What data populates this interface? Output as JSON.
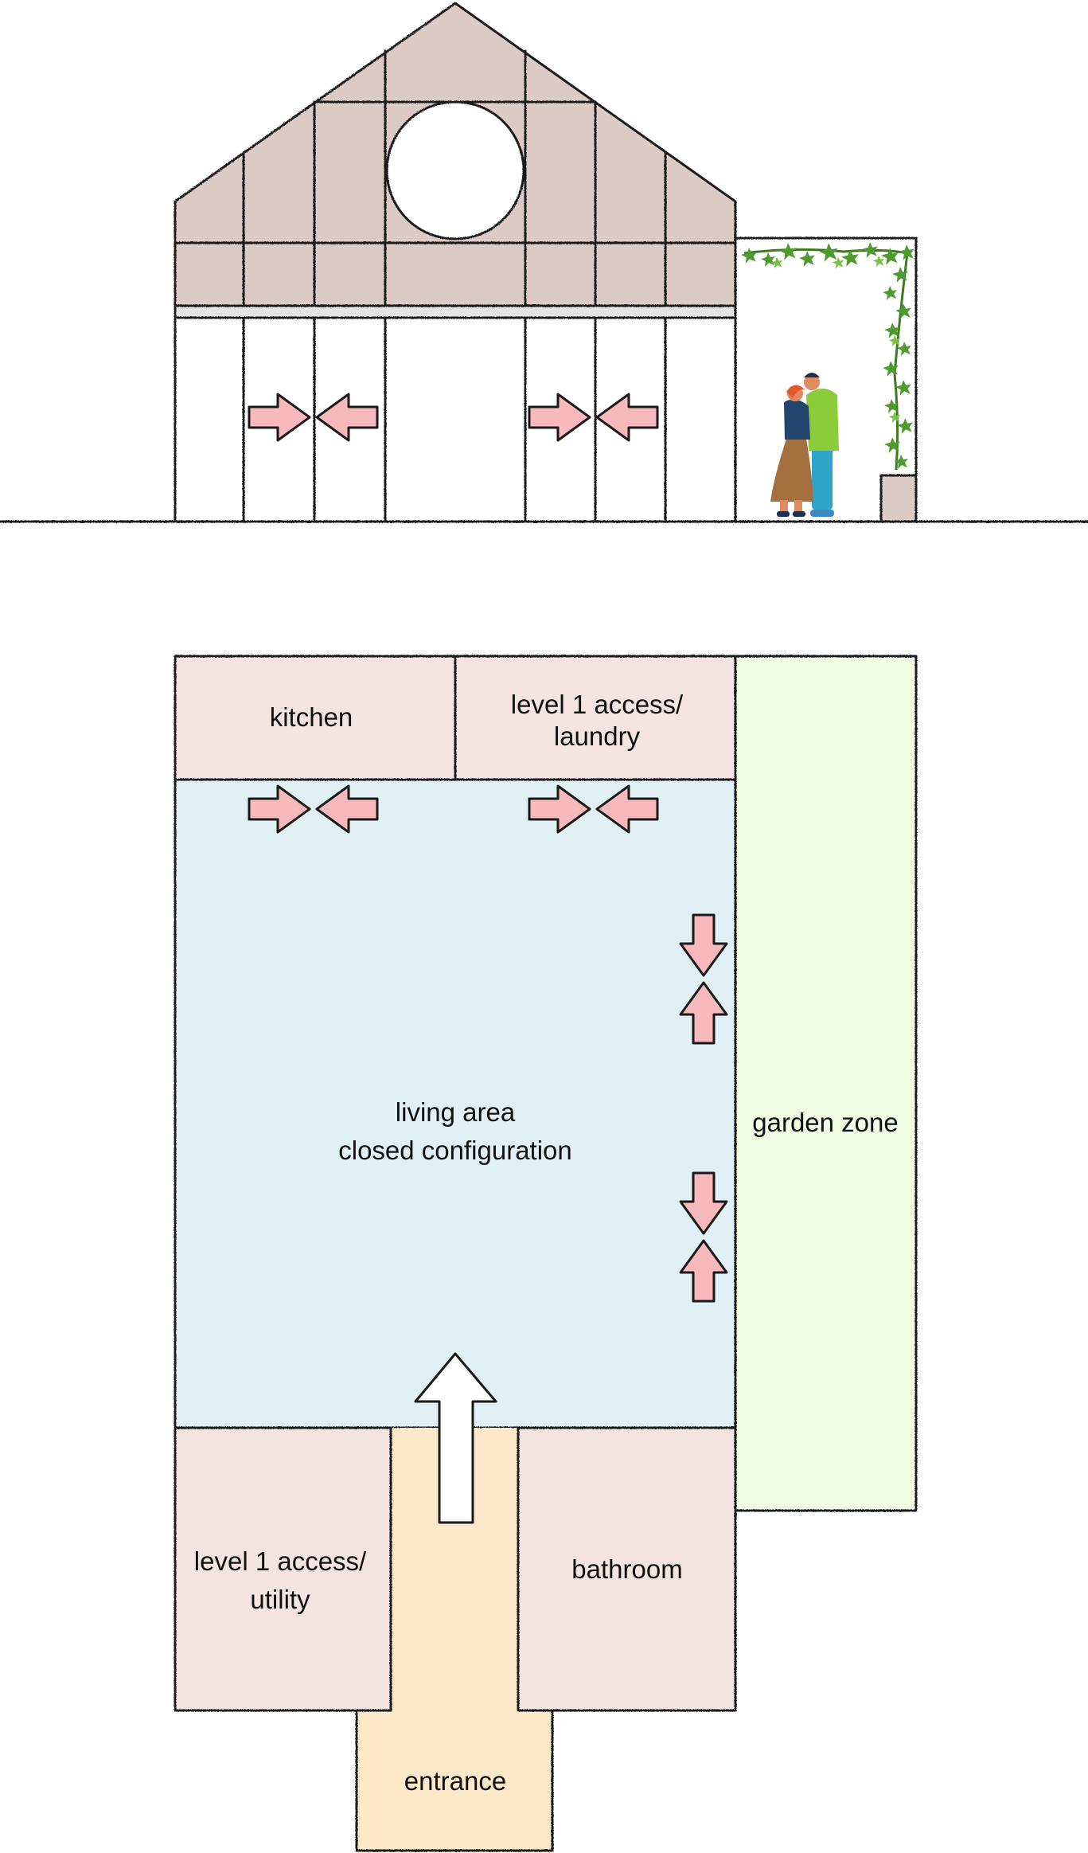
{
  "rooms": {
    "kitchen": "kitchen",
    "laundry_line1": "level 1 access/",
    "laundry_line2": "laundry",
    "living_line1": "living area",
    "living_line2": "closed configuration",
    "garden": "garden zone",
    "utility_line1": "level 1 access/",
    "utility_line2": "utility",
    "bathroom": "bathroom",
    "entrance": "entrance"
  },
  "colors": {
    "roof": "#dccbc4",
    "room": "#f4e4e1",
    "living": "#e1f0f5",
    "garden": "#f0fde4",
    "entrance": "#fde8c9",
    "arrow": "#f8b9bc",
    "ivy": "#4e9a2f",
    "line": "#1a1a1a"
  }
}
